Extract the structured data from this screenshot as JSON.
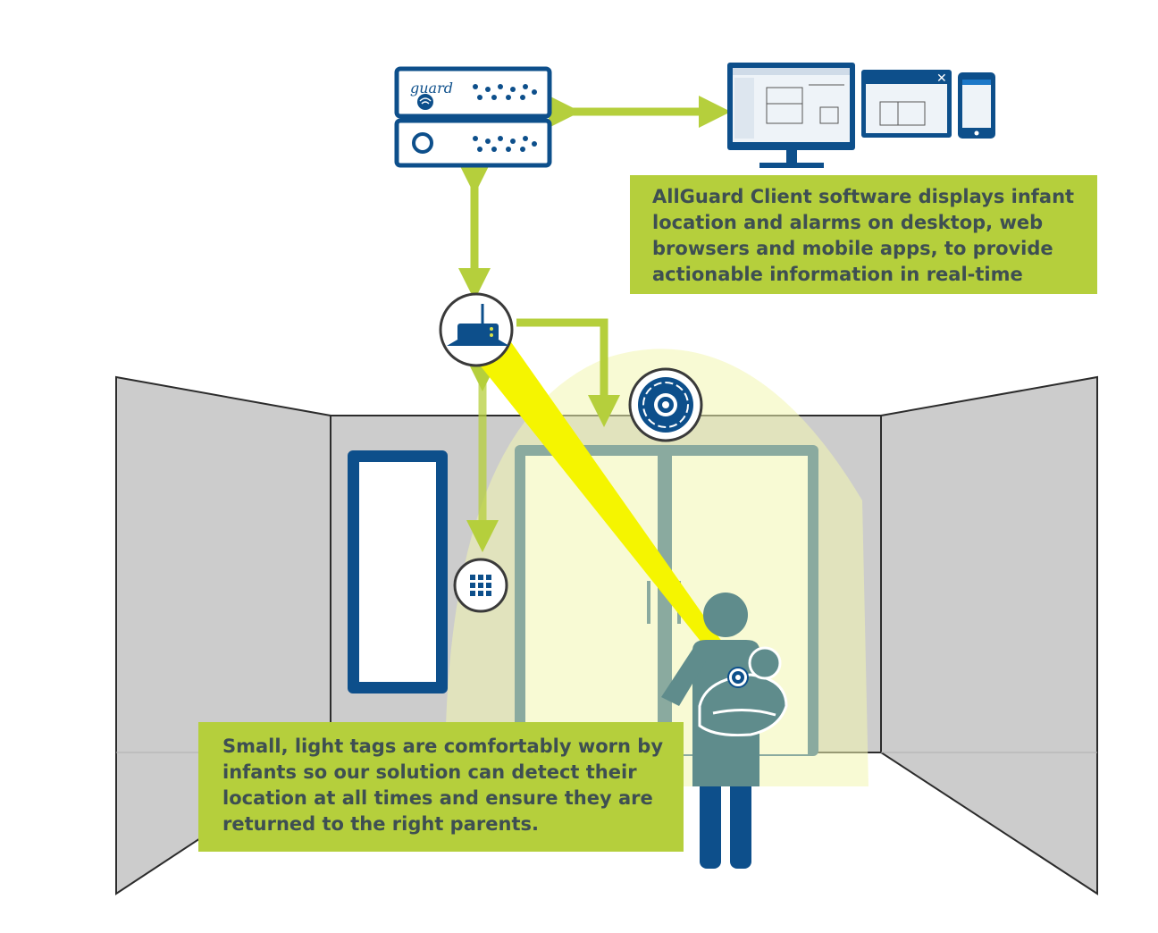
{
  "brand": {
    "logo_text": "guard"
  },
  "callouts": {
    "software": "AllGuard Client software displays infant location and alarms on desktop, web browsers and mobile apps, to provide actionable information in real-time",
    "tags": "Small, light tags are comfortably worn by infants so our solution can detect their location at all times and ensure they are returned to the right parents."
  },
  "colors": {
    "navy": "#0d4f8b",
    "accent_green": "#b5cf3c",
    "wall_gray": "#cccccc",
    "person_teal": "#5f8c8c",
    "beam_yellow": "#f5f500",
    "light_cone": "#f5f7cf",
    "text_dark": "#3e4f52"
  },
  "icons": [
    "server-icon",
    "monitor-icon",
    "browser-window-icon",
    "smartphone-icon",
    "reader-icon",
    "exciter-icon",
    "keypad-icon",
    "infant-tag-icon",
    "parent-figure",
    "infant-figure",
    "window-icon",
    "door-icon"
  ]
}
